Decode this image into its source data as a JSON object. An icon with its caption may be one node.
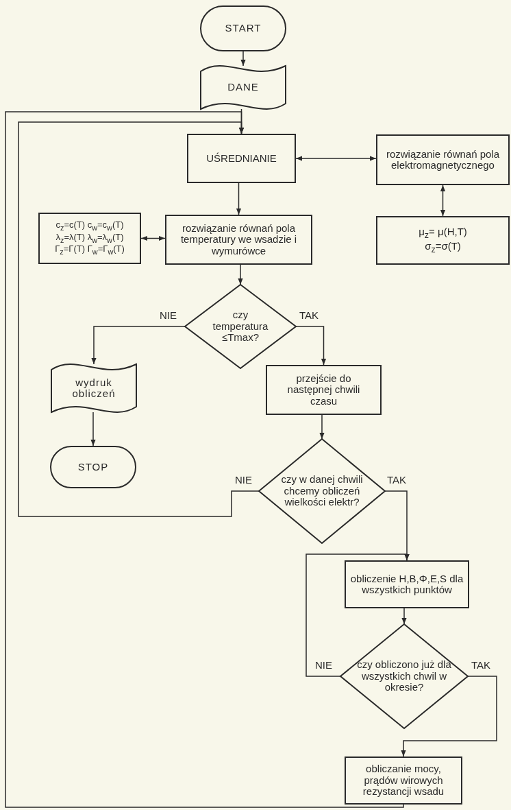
{
  "diagram": {
    "nodes": [
      {
        "text": [
          "START"
        ]
      },
      {
        "text": [
          "DANE"
        ]
      },
      {
        "text": [
          "UŚREDNIANIE"
        ]
      },
      {
        "text": [
          "rozwiązanie równań pola elektromagnetycznego"
        ]
      },
      {
        "text": [
          "μ$_{z}$= μ(H,T)",
          "σ$_{z}$=σ(T)"
        ]
      },
      {
        "text": [
          "c$_{z}$=c(T) c$_{w}$=c$_{w}$(T)",
          "λ$_{z}$=λ(T) λ$_{w}$=λ$_{w}$(T)",
          "Γ$_{z}$=Γ(T) Γ$_{w}$=Γ$_{w}$(T)"
        ]
      },
      {
        "text": [
          "rozwiązanie równań pola temperatury we wsadzie i wymurówce"
        ]
      },
      {
        "text": [
          "czy temperatura ≤Tmax?"
        ]
      },
      {
        "text": [
          "wydruk obliczeń"
        ]
      },
      {
        "text": [
          "STOP"
        ]
      },
      {
        "text": [
          "przejście do następnej chwili czasu"
        ]
      },
      {
        "text": [
          "czy w danej chwili chcemy obliczeń wielkości elektr?"
        ]
      },
      {
        "text": [
          "obliczenie H,B,Φ,E,S dla wszystkich punktów"
        ]
      },
      {
        "text": [
          "czy obliczono już dla wszystkich chwil w okresie?"
        ]
      },
      {
        "text": [
          "obliczanie mocy, prądów wirowych rezystancji wsadu"
        ]
      }
    ],
    "edges": [
      {
        "from": 0,
        "to": 1,
        "arrow": "to"
      },
      {
        "from": 1,
        "to": 2,
        "arrow": "to"
      },
      {
        "from": 2,
        "to": 3,
        "arrow": "both"
      },
      {
        "from": 3,
        "to": 4,
        "arrow": "both"
      },
      {
        "from": 2,
        "to": 6,
        "arrow": "to"
      },
      {
        "from": 5,
        "to": 6,
        "arrow": "both"
      },
      {
        "from": 6,
        "to": 7,
        "arrow": "to"
      },
      {
        "from": 7,
        "to": 8,
        "arrow": "to",
        "label": "NIE"
      },
      {
        "from": 7,
        "to": 10,
        "arrow": "to",
        "label": "TAK"
      },
      {
        "from": 8,
        "to": 9,
        "arrow": "to"
      },
      {
        "from": 10,
        "to": 11,
        "arrow": "to"
      },
      {
        "from": 11,
        "to": 12,
        "arrow": "to",
        "label": "TAK"
      },
      {
        "from": 11,
        "to": 2,
        "arrow": "to",
        "label": "NIE"
      },
      {
        "from": 12,
        "to": 13,
        "arrow": "to"
      },
      {
        "from": 13,
        "to": 12,
        "arrow": "to",
        "label": "NIE"
      },
      {
        "from": 13,
        "to": 14,
        "arrow": "to",
        "label": "TAK"
      },
      {
        "from": 14,
        "to": 2,
        "arrow": "to"
      }
    ]
  }
}
